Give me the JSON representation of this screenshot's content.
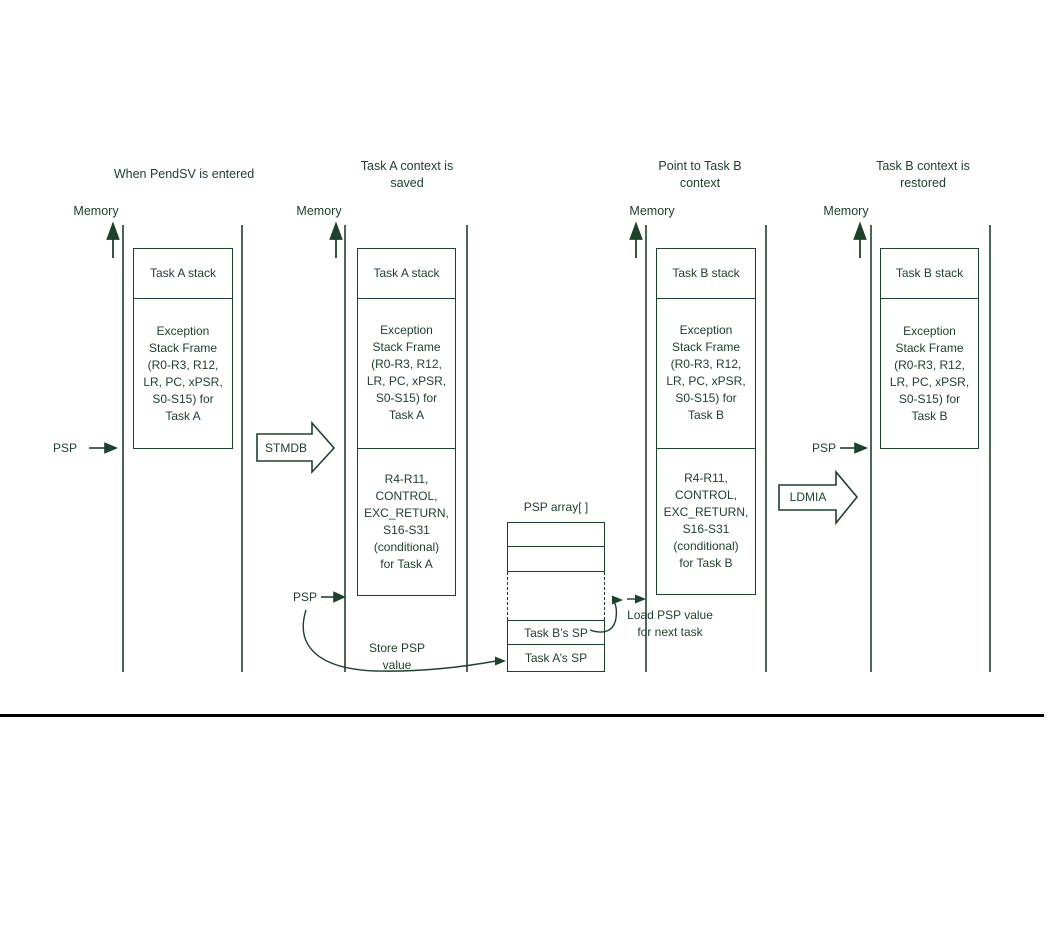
{
  "colors": {
    "accent": "#1e412b",
    "separator": "#000000",
    "background": "#ffffff"
  },
  "stages": [
    {
      "title": [
        "When PendSV is entered"
      ],
      "memory_label": "Memory",
      "stack_label": "Task A stack",
      "exception_frame": [
        "Exception",
        "Stack Frame",
        "(R0-R3, R12,",
        "LR, PC, xPSR,",
        "S0-S15) for",
        "Task A"
      ],
      "psp_label": "PSP"
    },
    {
      "title": [
        "Task A context is",
        "saved"
      ],
      "memory_label": "Memory",
      "stack_label": "Task A stack",
      "exception_frame": [
        "Exception",
        "Stack Frame",
        "(R0-R3, R12,",
        "LR, PC, xPSR,",
        "S0-S15) for",
        "Task A"
      ],
      "saved_registers": [
        "R4-R11,",
        "CONTROL,",
        "EXC_RETURN,",
        "S16-S31",
        "(conditional)",
        "for Task A"
      ],
      "psp_label": "PSP",
      "operation_label": "STMDB"
    },
    {
      "title": [
        "Point to Task B",
        "context"
      ],
      "memory_label": "Memory",
      "stack_label": "Task B stack",
      "exception_frame": [
        "Exception",
        "Stack Frame",
        "(R0-R3, R12,",
        "LR, PC, xPSR,",
        "S0-S15) for",
        "Task B"
      ],
      "saved_registers": [
        "R4-R11,",
        "CONTROL,",
        "EXC_RETURN,",
        "S16-S31",
        "(conditional)",
        "for Task B"
      ]
    },
    {
      "title": [
        "Task B context is",
        "restored"
      ],
      "memory_label": "Memory",
      "stack_label": "Task B stack",
      "exception_frame": [
        "Exception",
        "Stack Frame",
        "(R0-R3, R12,",
        "LR, PC, xPSR,",
        "S0-S15) for",
        "Task B"
      ],
      "psp_label": "PSP",
      "operation_label": "LDMIA"
    }
  ],
  "psp_array": {
    "title": "PSP array[ ]",
    "row_empty_1": "",
    "row_empty_2": "",
    "row_task_b": "Task B’s SP",
    "row_task_a": "Task A’s SP"
  },
  "annotations": {
    "store_psp": [
      "Store PSP",
      "value"
    ],
    "load_psp": [
      "Load PSP value",
      "for next task"
    ]
  }
}
